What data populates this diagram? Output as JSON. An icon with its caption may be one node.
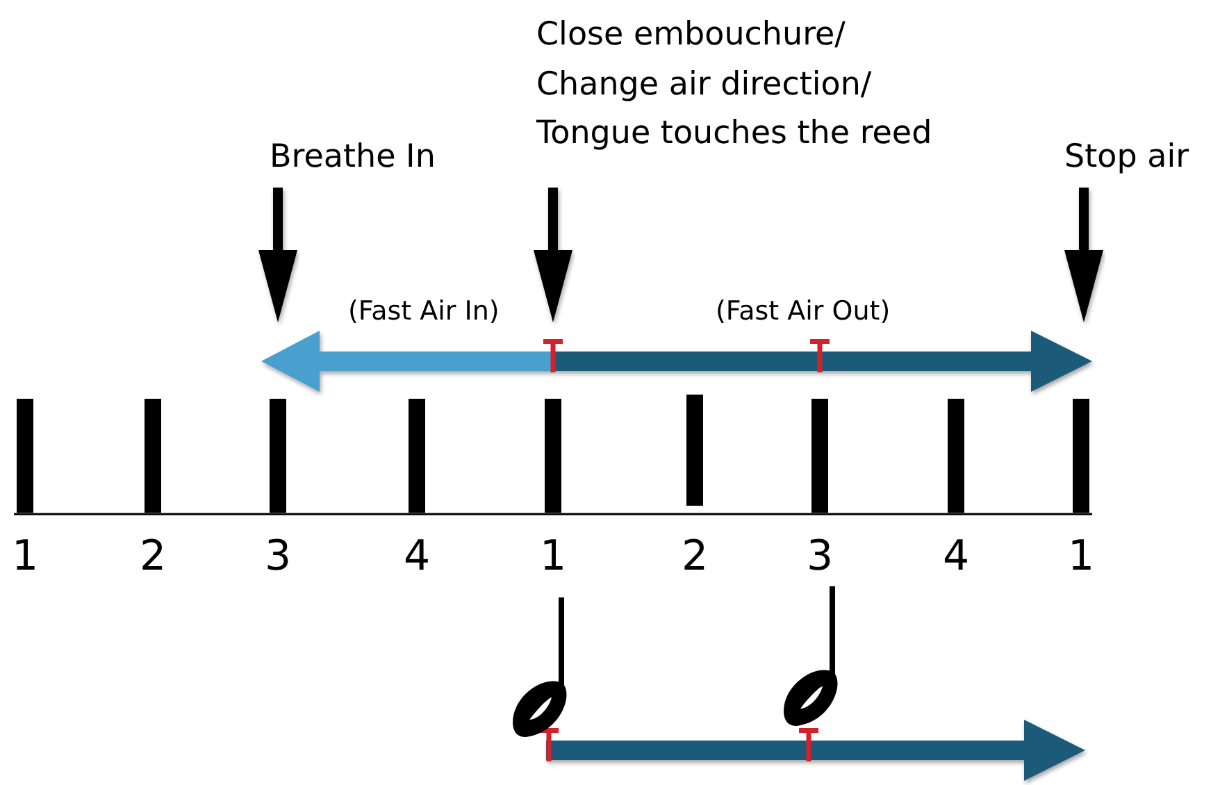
{
  "diagram": {
    "labels": [
      "Close embouchure/ Change air direction/ Tongue touches the reed",
      "Breathe In",
      "Stop air",
      "(Fast Air In)",
      "(Fast Air Out)",
      "1",
      "2",
      "3",
      "4",
      "1",
      "2",
      "3",
      "4",
      "1"
    ]
  }
}
